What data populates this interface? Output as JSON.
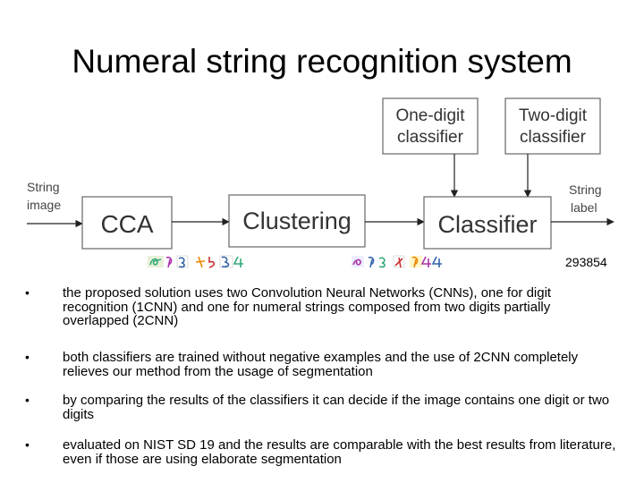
{
  "title": "Numeral string recognition system",
  "diagram": {
    "input_label_1": "String",
    "input_label_2": "image",
    "output_label_1": "String",
    "output_label_2": "label",
    "boxes": {
      "cca": "CCA",
      "clustering": "Clustering",
      "classifier": "Classifier",
      "one_digit_1": "One-digit",
      "one_digit_2": "classifier",
      "two_digit_1": "Two-digit",
      "two_digit_2": "classifier"
    }
  },
  "slide_code": "293854",
  "bullets": [
    "the proposed solution uses two Convolution Neural Networks (CNNs), one for digit recognition (1CNN) and one for numeral strings composed from two digits partially overlapped (2CNN)",
    "both classifiers are trained without negative examples and the use of 2CNN completely relieves our method from the usage of segmentation",
    "by comparing the results of the classifiers it can decide if the image contains one digit or two digits",
    "evaluated on NIST SD 19 and the results are comparable with the best results from literature, even if those are using elaborate segmentation"
  ],
  "bullet_symbol": "•"
}
